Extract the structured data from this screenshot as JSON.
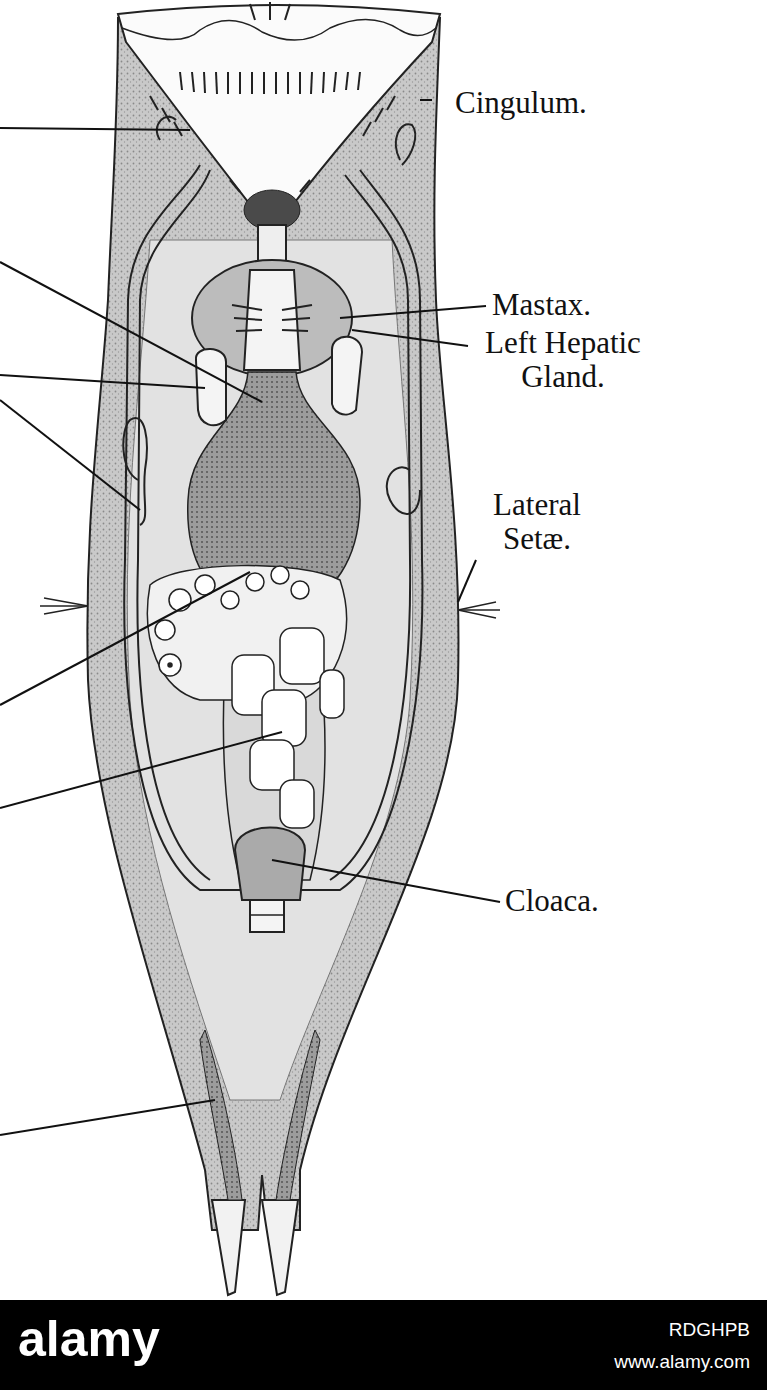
{
  "diagram": {
    "labels": [
      "Cingulum.",
      "Mastax.",
      "Left Hepatic Gland.",
      "Lateral Setæ.",
      "Cloaca.",
      "alamy",
      "RDGHPB",
      "www.alamy.com"
    ]
  }
}
